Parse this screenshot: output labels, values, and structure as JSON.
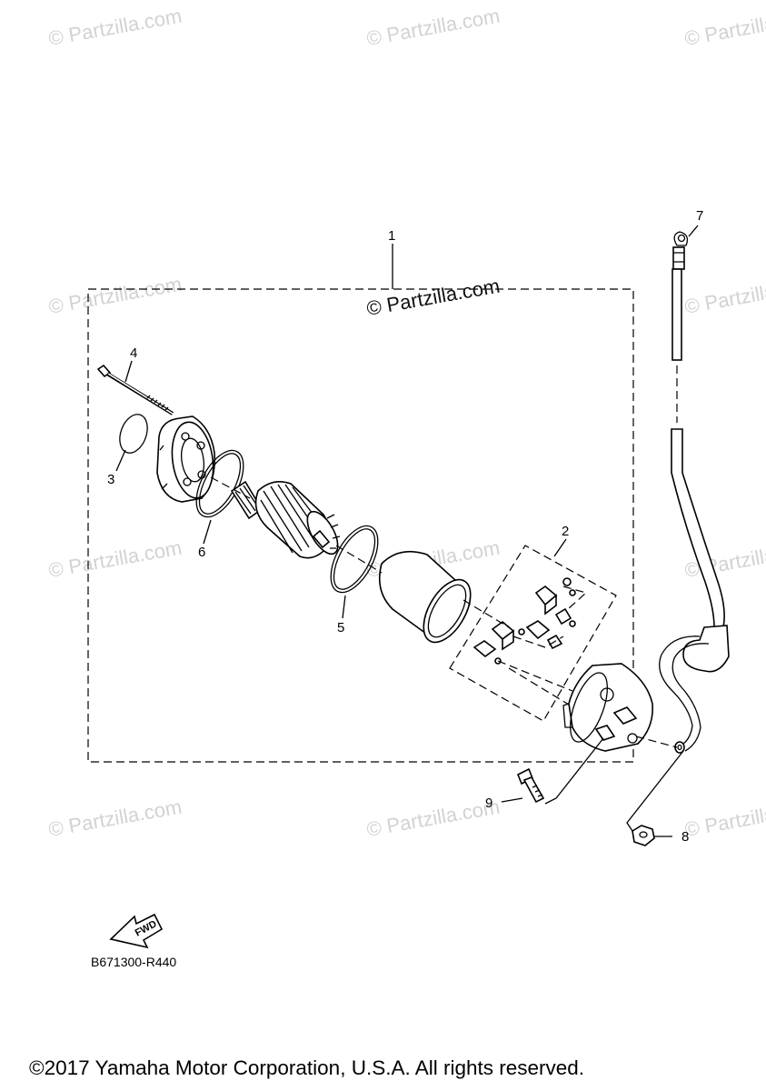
{
  "watermarks": {
    "text": "© Partzilla.com",
    "center_text": "© Partzilla.com"
  },
  "callouts": {
    "c1": "1",
    "c2": "2",
    "c3": "3",
    "c4": "4",
    "c5": "5",
    "c6": "6",
    "c7": "7",
    "c8": "8",
    "c9": "9"
  },
  "fwd_label": "FWD",
  "diagram_code": "B671300-R440",
  "copyright": "©2017 Yamaha Motor Corporation, U.S.A. All rights reserved."
}
